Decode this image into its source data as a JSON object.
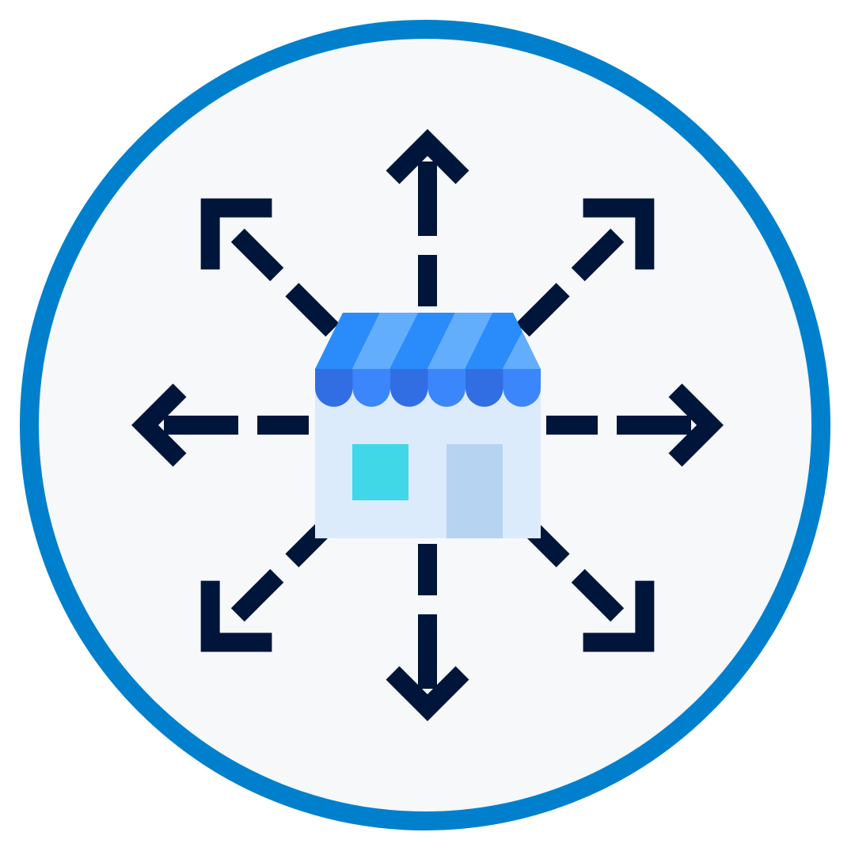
{
  "icon": {
    "name": "store-expansion-icon",
    "subject": "storefront",
    "arrow_directions": [
      "up",
      "up-right",
      "right",
      "down-right",
      "down",
      "down-left",
      "left",
      "up-left"
    ]
  },
  "colors": {
    "ring": "#0080cc",
    "disc_fill": "#f6f8fa",
    "arrow": "#00153a",
    "awning_dark": "#2a8bfb",
    "awning_light": "#62aefc",
    "scallop_dark": "#316ee4",
    "scallop_light": "#3b86fa",
    "wall": "#dcebfc",
    "window": "#40d8e8",
    "door": "#b7d3f2"
  }
}
